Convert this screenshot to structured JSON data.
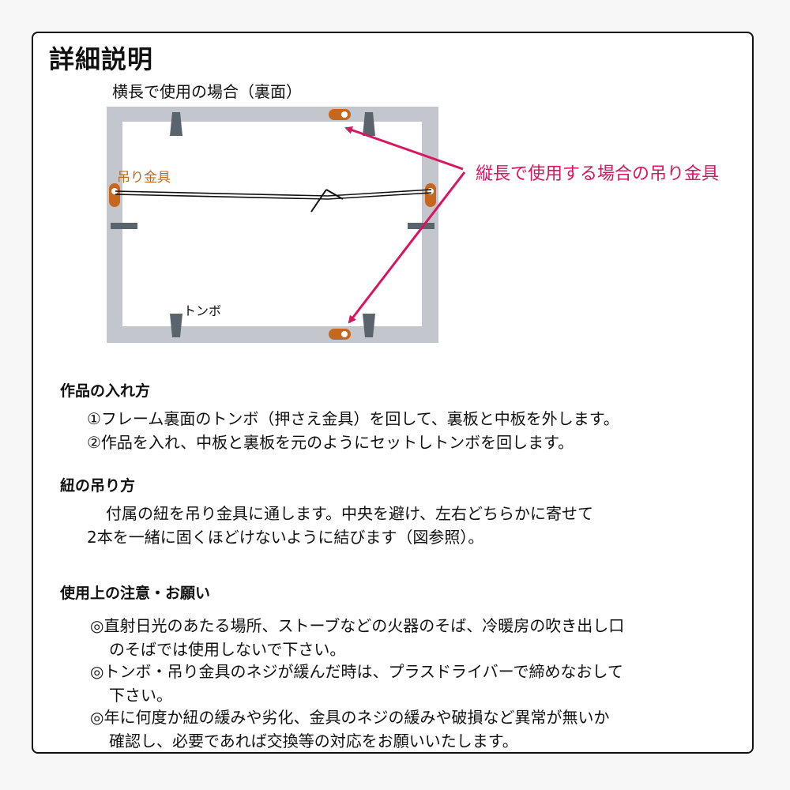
{
  "title": "詳細説明",
  "diagram": {
    "subtitle": "横長で使用の場合（裏面）",
    "hook_label": "吊り金具",
    "tonbo_label": "トンボ",
    "vertical_note": "縦長で使用する場合の吊り金具",
    "colors": {
      "frame": "#c3c6cc",
      "clip": "#5a646c",
      "hook": "#c7671e",
      "arrow": "#d8155f"
    }
  },
  "sections": {
    "insert": {
      "heading": "作品の入れ方",
      "lines": [
        "①フレーム裏面のトンボ（押さえ金具）を回して、裏板と中板を外します。",
        "②作品を入れ、中板と裏板を元のようにセットしトンボを回します。"
      ]
    },
    "hanging": {
      "heading": "紐の吊り方",
      "lines": [
        "付属の紐を吊り金具に通します。中央を避け、左右どちらかに寄せて",
        "2本を一緒に固くほどけないように結びます（図参照）。"
      ]
    },
    "cautions": {
      "heading": "使用上の注意・お願い",
      "lines": [
        "◎直射日光のあたる場所、ストーブなどの火器のそば、冷暖房の吹き出し口",
        "のそばでは使用しないで下さい。",
        "◎トンボ・吊り金具のネジが緩んだ時は、プラスドライバーで締めなおして",
        "下さい。",
        "◎年に何度か紐の緩みや劣化、金具のネジの緩みや破損など異常が無いか",
        "確認し、必要であれば交換等の対応をお願いいたします。"
      ]
    }
  }
}
